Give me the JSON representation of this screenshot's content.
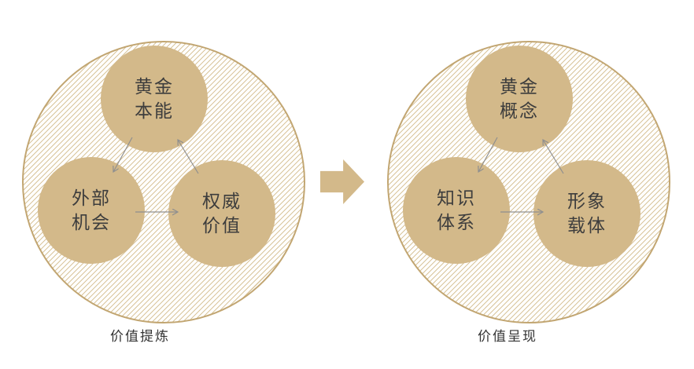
{
  "colors": {
    "circle_fill": "#d3b98a",
    "hatch_line": "#d9c59c",
    "big_circle_border": "#c2a672",
    "connector": "#8f8f8f",
    "text": "#3d3d3d",
    "caption_text": "#333333"
  },
  "left_group": {
    "caption": "价值提炼",
    "nodes": {
      "top": "黄金\n本能",
      "bottom_left": "外部\n机会",
      "bottom_right": "权威\n价值"
    }
  },
  "right_group": {
    "caption": "价值呈现",
    "nodes": {
      "top": "黄金\n概念",
      "bottom_left": "知识\n体系",
      "bottom_right": "形象\n载体"
    }
  }
}
